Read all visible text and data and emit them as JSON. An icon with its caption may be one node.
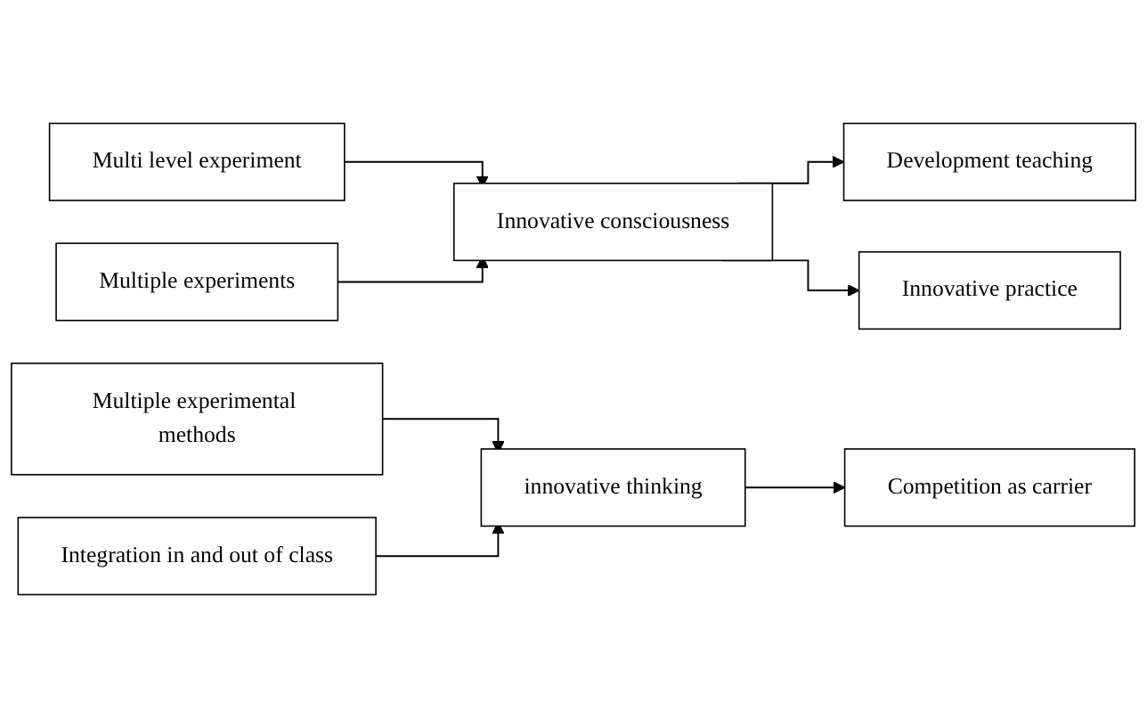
{
  "diagram": {
    "nodes": [
      {
        "text": [
          "Multi level experiment"
        ]
      },
      {
        "text": [
          "Multiple experiments"
        ]
      },
      {
        "text": [
          "Innovative consciousness"
        ]
      },
      {
        "text": [
          "Development teaching"
        ]
      },
      {
        "text": [
          "Innovative practice"
        ]
      },
      {
        "text": [
          "Multiple experimental methods"
        ]
      },
      {
        "text": [
          "Integration in and out of class"
        ]
      },
      {
        "text": [
          "innovative thinking"
        ]
      },
      {
        "text": [
          "Competition as carrier"
        ]
      }
    ],
    "edges": [
      {
        "from": 0,
        "to": 2,
        "arrow": "to"
      },
      {
        "from": 1,
        "to": 2,
        "arrow": "to"
      },
      {
        "from": 2,
        "to": 3,
        "arrow": "to"
      },
      {
        "from": 2,
        "to": 4,
        "arrow": "to"
      },
      {
        "from": 5,
        "to": 7,
        "arrow": "to"
      },
      {
        "from": 6,
        "to": 7,
        "arrow": "to"
      },
      {
        "from": 7,
        "to": 8,
        "arrow": "to"
      }
    ]
  }
}
